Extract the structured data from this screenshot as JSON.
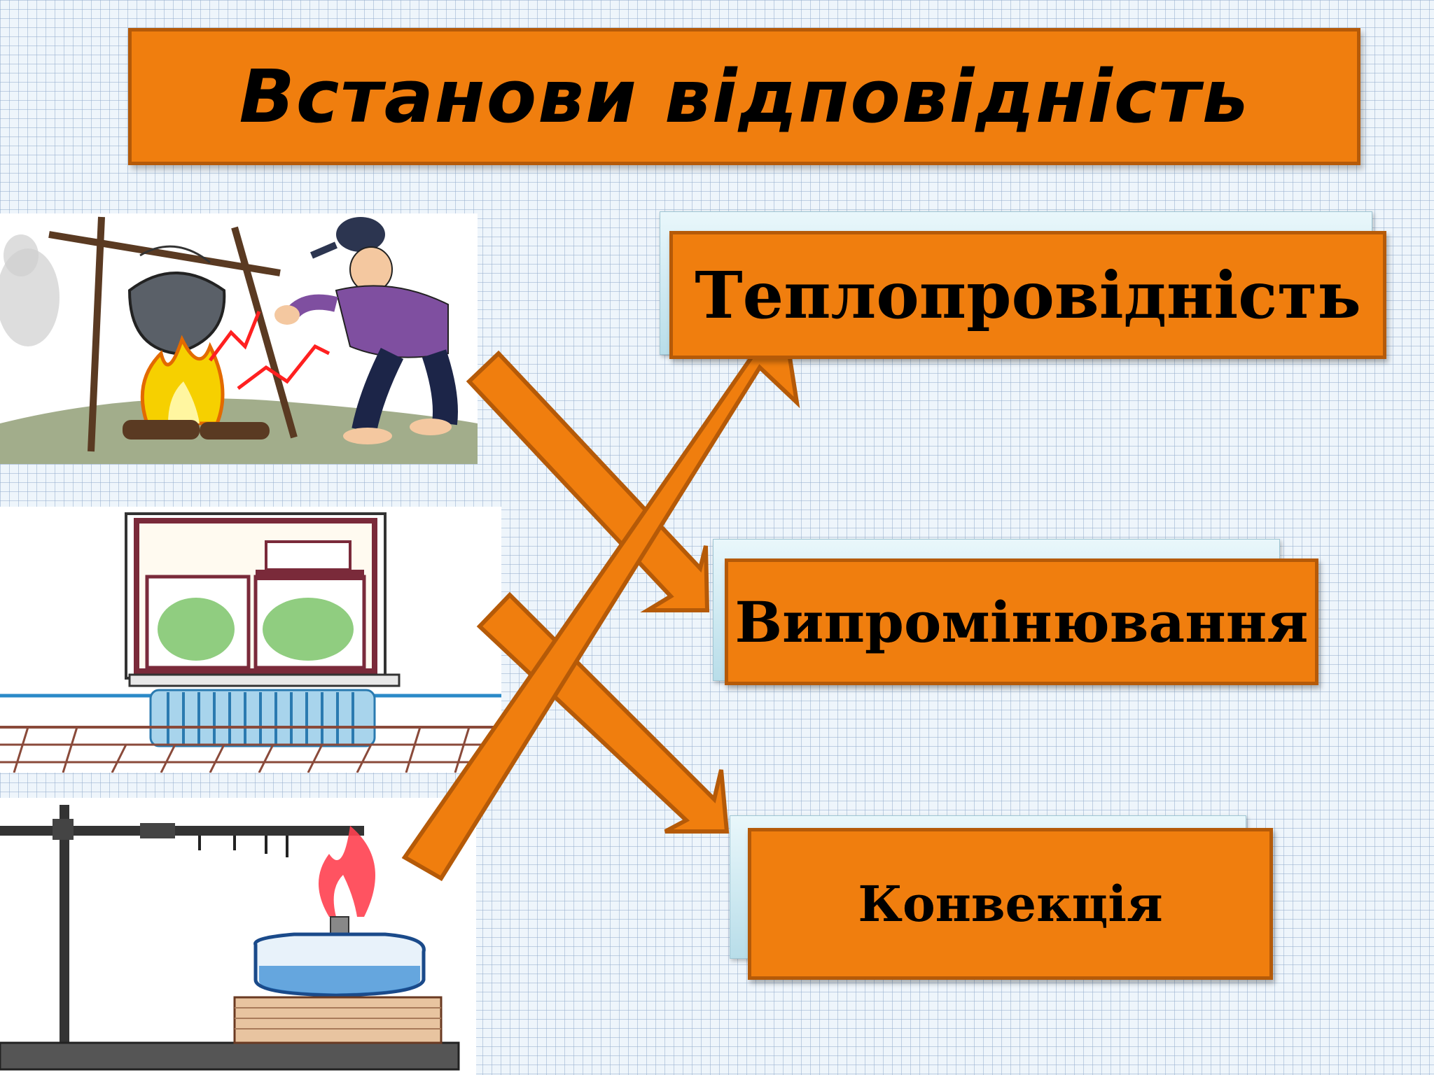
{
  "title": "Встанови відповідність",
  "terms": [
    {
      "label": "Теплопровідність"
    },
    {
      "label": "Випромінювання"
    },
    {
      "label": "Конвекція"
    }
  ],
  "pictures": [
    {
      "icon": "campfire-cauldron-man-illustration"
    },
    {
      "icon": "window-radiator-illustration"
    },
    {
      "icon": "lab-stand-spirit-lamp-illustration"
    }
  ],
  "colors": {
    "accent": "#f07e0e",
    "accent_border": "#b55a08",
    "card_light": "#e9f7fb"
  }
}
